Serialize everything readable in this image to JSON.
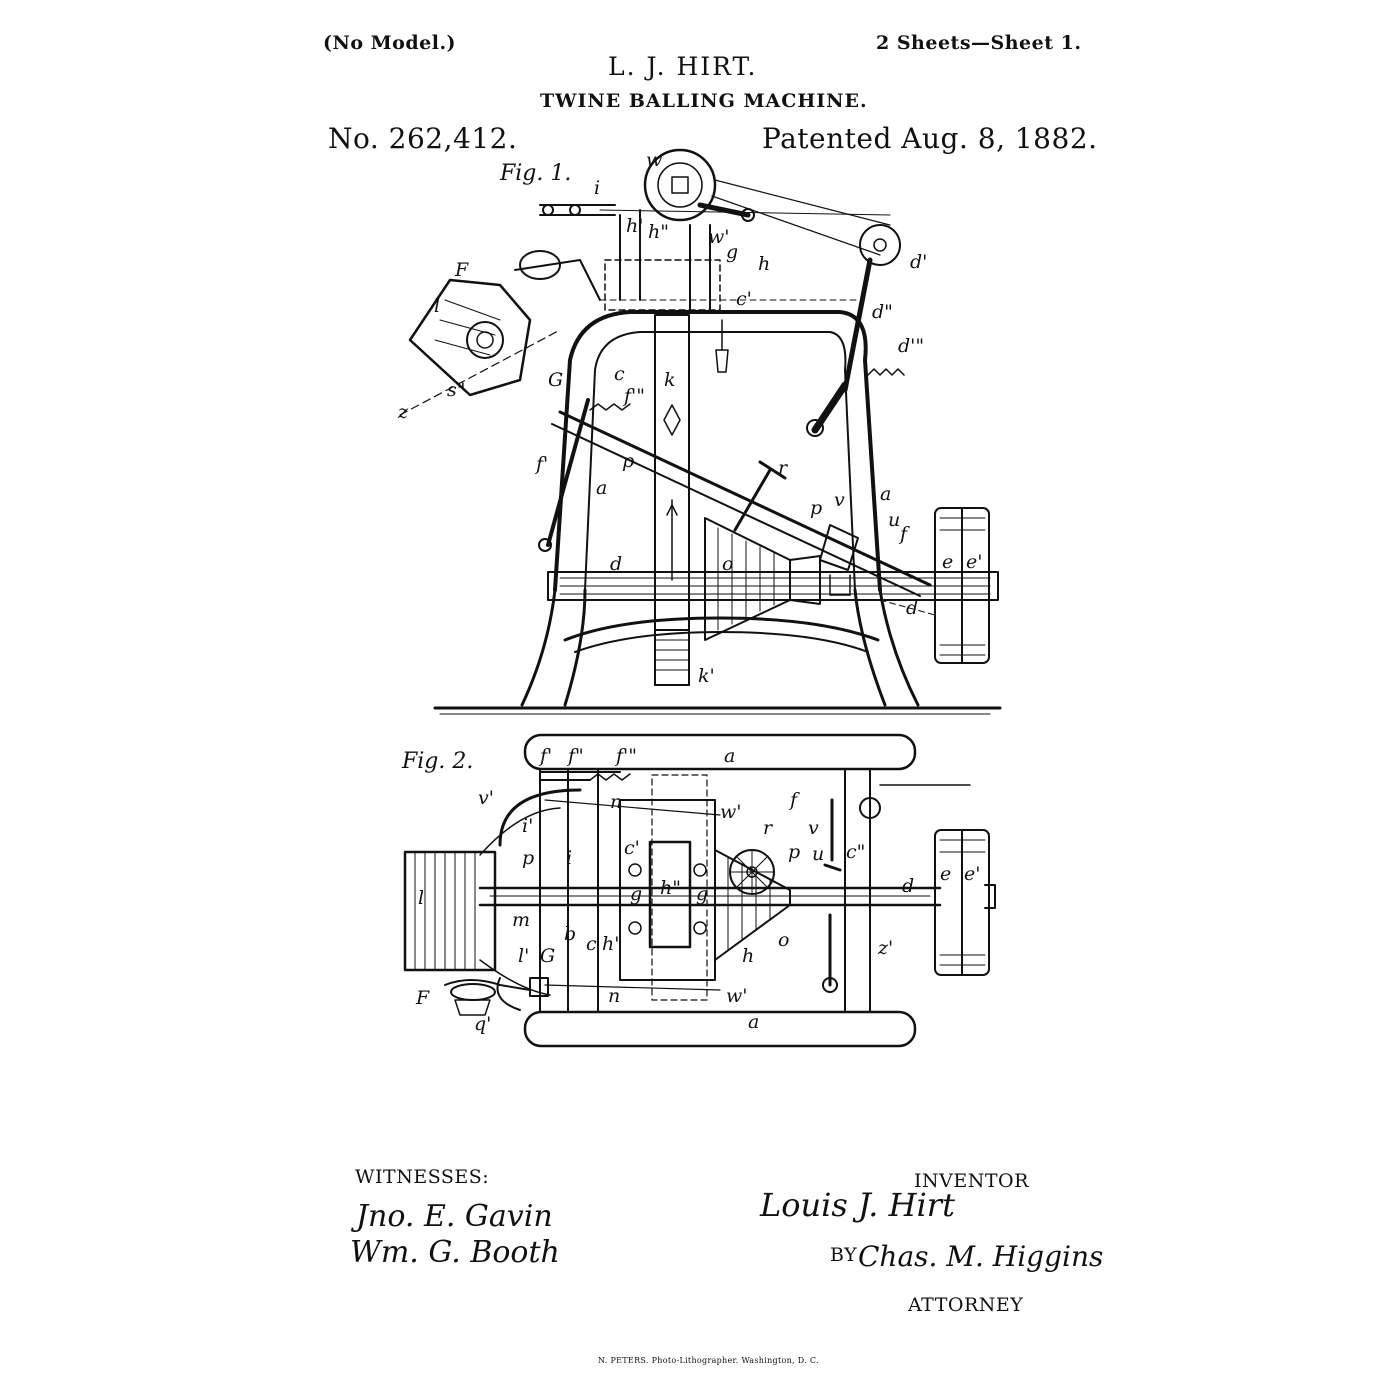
{
  "header": {
    "model_note": "(No Model.)",
    "sheets": "2 Sheets—Sheet 1.",
    "inventor_name": "L. J. HIRT.",
    "title": "TWINE BALLING MACHINE.",
    "patent_number": "No. 262,412.",
    "patent_date": "Patented Aug. 8, 1882."
  },
  "figures": {
    "fig1": {
      "caption": "Fig. 1.",
      "labels": [
        "w",
        "i",
        "h'",
        "h\"",
        "w'",
        "g",
        "h",
        "d'",
        "F",
        "l",
        "c'",
        "d\"",
        "d'\"",
        "G",
        "c",
        "k",
        "s\"",
        "z",
        "f'\"",
        "f'",
        "p",
        "r",
        "a",
        "a",
        "p",
        "v",
        "u",
        "f",
        "d",
        "o",
        "e",
        "e'",
        "d",
        "k'"
      ]
    },
    "fig2": {
      "caption": "Fig. 2.",
      "labels": [
        "f'",
        "f\"",
        "f'\"",
        "a",
        "v'",
        "n",
        "w'",
        "f",
        "i'",
        "r",
        "v",
        "p",
        "c'",
        "p",
        "u",
        "c\"",
        "h\"",
        "i",
        "g",
        "g",
        "e",
        "e'",
        "d",
        "l",
        "m",
        "b",
        "c",
        "h'",
        "o",
        "z'",
        "h",
        "l'",
        "G",
        "F",
        "q'",
        "n",
        "w'",
        "a"
      ]
    }
  },
  "signatures": {
    "witnesses_label": "WITNESSES:",
    "witness_1": "Jno. E. Gavin",
    "witness_2": "Wm. G. Booth",
    "inventor_label": "INVENTOR",
    "inventor_signature": "Louis J. Hirt",
    "by_label": "BY",
    "attorney_signature": "Chas. M. Higgins",
    "attorney_label": "ATTORNEY"
  },
  "footer": {
    "printer": "N. PETERS. Photo-Lithographer. Washington, D. C."
  }
}
